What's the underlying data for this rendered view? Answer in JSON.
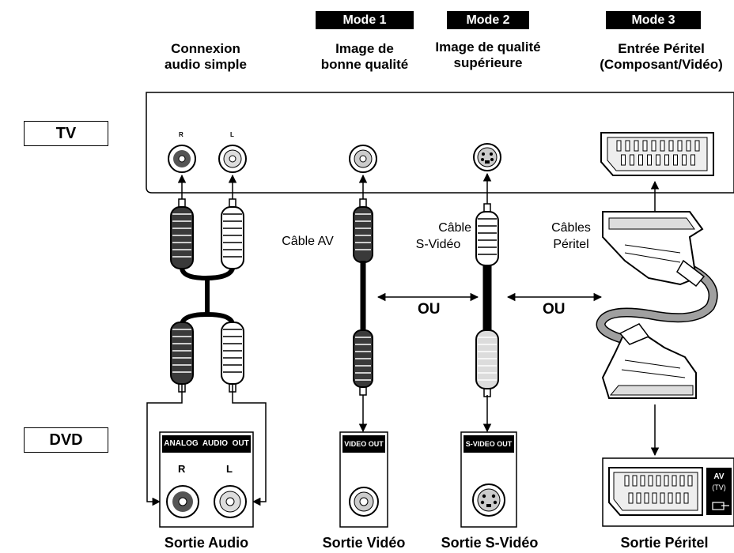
{
  "header": {
    "col1": {
      "line1": "Connexion",
      "line2": "audio simple"
    },
    "col2": {
      "mode": "Mode 1",
      "line1": "Image de",
      "line2": "bonne qualité"
    },
    "col3": {
      "mode": "Mode 2",
      "line1": "Image de qualité",
      "line2": "supérieure"
    },
    "col4": {
      "mode": "Mode 3",
      "line1": "Entrée Péritel",
      "line2": "(Composant/Vidéo)"
    }
  },
  "devices": {
    "tv": "TV",
    "dvd": "DVD"
  },
  "tv_jacks": {
    "r": "R",
    "l": "L"
  },
  "cables": {
    "av": "Câble AV",
    "svideo": {
      "line1": "Câble",
      "line2": "S-Vidéo"
    },
    "peritel": {
      "line1": "Câbles",
      "line2": "Péritel"
    }
  },
  "separators": {
    "ou1": "OU",
    "ou2": "OU"
  },
  "dvd_panels": {
    "audio": {
      "title": "ANALOG  AUDIO  OUT",
      "r": "R",
      "l": "L"
    },
    "video": {
      "title": "VIDEO OUT"
    },
    "svideo": {
      "title": "S-VIDEO OUT"
    },
    "peritel": {
      "badge1": "AV",
      "badge2": "(TV)"
    }
  },
  "bottom": {
    "audio": "Sortie Audio",
    "video": "Sortie Vidéo",
    "svideo": "Sortie S-Vidéo",
    "peritel": "Sortie Péritel"
  },
  "colors": {
    "ink": "#000000",
    "cable_gray": "#a0a0a0",
    "plug_dark": "#3a3a3a",
    "plug_light": "#dcdcdc"
  }
}
